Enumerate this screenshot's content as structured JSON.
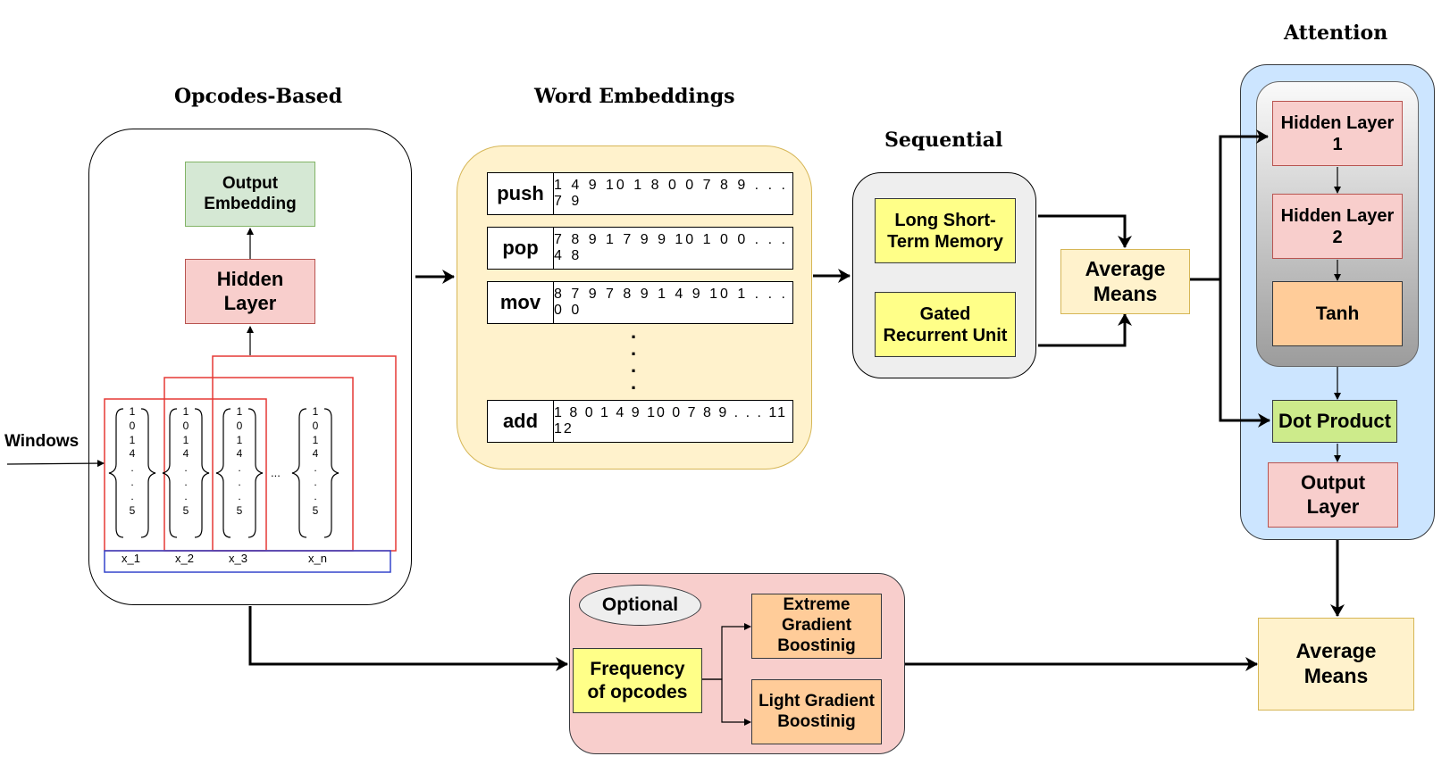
{
  "sections": {
    "opcodes_based": "Opcodes-Based",
    "word_embeddings": "Word Embeddings",
    "sequential": "Sequential",
    "attention": "Attention"
  },
  "opcodes": {
    "output_embedding": "Output Embedding",
    "hidden_layer": "Hidden Layer",
    "input_label": "Windows",
    "vector_values": [
      "1",
      "0",
      "1",
      "4",
      ".",
      ".",
      ".",
      "5"
    ],
    "ellipsis": "...",
    "x_labels": [
      "x_1",
      "x_2",
      "x_3",
      "x_n"
    ]
  },
  "embeddings": {
    "rows": [
      {
        "op": "push",
        "vec": "1 4 9 10 1 8 0 0 7 8 9 . . . 7 9"
      },
      {
        "op": "pop",
        "vec": "7 8 9 1 7 9 9 10 1 0 0 . . . 4 8"
      },
      {
        "op": "mov",
        "vec": "8 7 9 7 8 9 1 4 9 10 1 . . . 0 0"
      },
      {
        "op": "add",
        "vec": "1 8 0 1 4 9 10 0 7 8 9 . . . 11 12"
      }
    ]
  },
  "sequential": {
    "lstm": "Long Short-Term Memory",
    "gru": "Gated Recurrent Unit"
  },
  "average_means": "Average Means",
  "attention": {
    "hidden1": "Hidden Layer 1",
    "hidden2": "Hidden Layer 2",
    "tanh": "Tanh",
    "dot_product": "Dot Product",
    "output_layer": "Output Layer"
  },
  "optional": {
    "label": "Optional",
    "frequency": "Frequency of opcodes",
    "xgb": "Extreme Gradient Boostinig",
    "lgb": "Light Gradient Boostinig"
  },
  "final_average_means": "Average Means"
}
